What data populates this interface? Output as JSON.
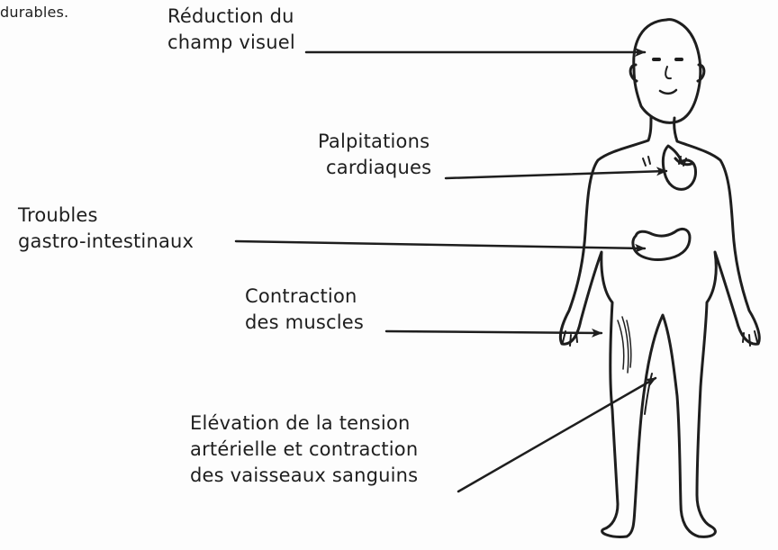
{
  "fragment": "durables.",
  "labels": [
    {
      "id": "vision",
      "lines": [
        "Réduction du",
        "champ visuel"
      ],
      "organ": "eyes"
    },
    {
      "id": "heart",
      "lines": [
        "Palpitations",
        "cardiaques"
      ],
      "organ": "heart"
    },
    {
      "id": "gut",
      "lines": [
        "Troubles",
        "gastro-intestinaux"
      ],
      "organ": "stomach"
    },
    {
      "id": "muscles",
      "lines": [
        "Contraction",
        "des muscles"
      ],
      "organ": "thigh muscles"
    },
    {
      "id": "vessels",
      "lines": [
        "Elévation de la tension",
        "artérielle et contraction",
        "des vaisseaux sanguins"
      ],
      "organ": "leg blood vessels"
    }
  ],
  "colors": {
    "ink": "#1e1e1e",
    "paper": "#fdfdfd"
  }
}
